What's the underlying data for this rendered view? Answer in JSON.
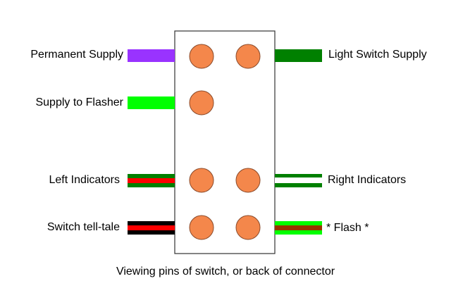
{
  "labels": {
    "permanent_supply": "Permanent Supply",
    "supply_to_flasher": "Supply to Flasher",
    "left_indicators": "Left Indicators",
    "switch_tell_tale": "Switch tell-tale",
    "light_switch_supply": "Light Switch Supply",
    "right_indicators": "Right Indicators",
    "flash": "* Flash *"
  },
  "caption": "Viewing pins of switch, or back of connector",
  "colors": {
    "pin": "#f4874b",
    "pin_outline": "#8a4a2a",
    "body_outline": "#333333",
    "purple": "#9933ff",
    "light_green": "#00ff00",
    "dark_green": "#008000",
    "red": "#ff0000",
    "black": "#000000",
    "brown": "#993300",
    "white": "#ffffff"
  }
}
